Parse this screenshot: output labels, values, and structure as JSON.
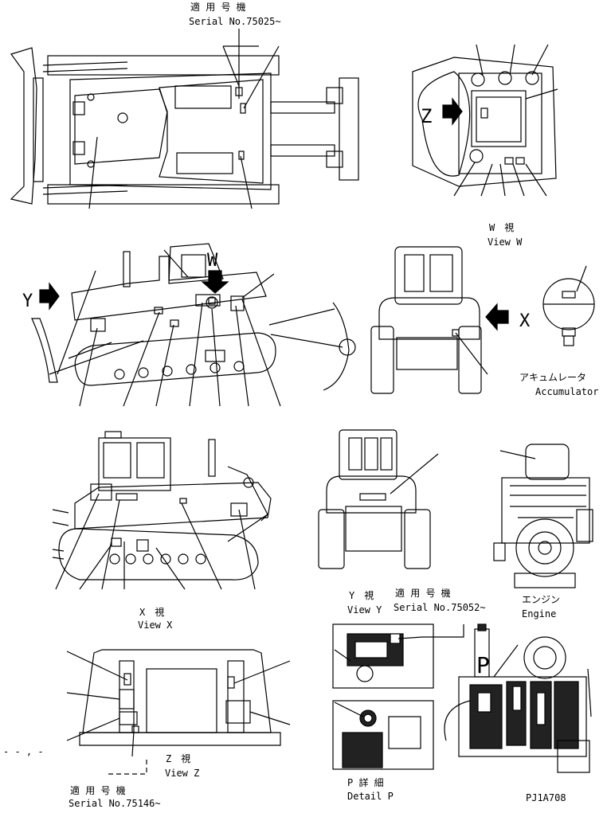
{
  "labels": {
    "top_serial_jp": "適 用 号 機",
    "top_serial_no": "Serial No.75025~",
    "view_w_jp": "W　視",
    "view_w": "View W",
    "letter_w": "W",
    "letter_y": "Y",
    "letter_x": "X",
    "letter_z": "Z",
    "letter_p": "P",
    "accumulator_jp": "アキュムレータ",
    "accumulator": "Accumulator",
    "view_x_jp": "X　視",
    "view_x": "View X",
    "view_y_jp": "Y　視",
    "view_y": "View Y",
    "mid_serial_jp": "適 用 号 機",
    "mid_serial_no": "Serial No.75052~",
    "engine_jp": "エンジン",
    "engine": "Engine",
    "view_z_jp": "Z　視",
    "view_z": "View Z",
    "bottom_serial_jp": "適 用 号 機",
    "bottom_serial_no": "Serial No.75146~",
    "detail_p_jp": "P 詳 細",
    "detail_p": "Detail P",
    "drawing_no": "PJ1A708",
    "dash_mark": "- - , -"
  }
}
